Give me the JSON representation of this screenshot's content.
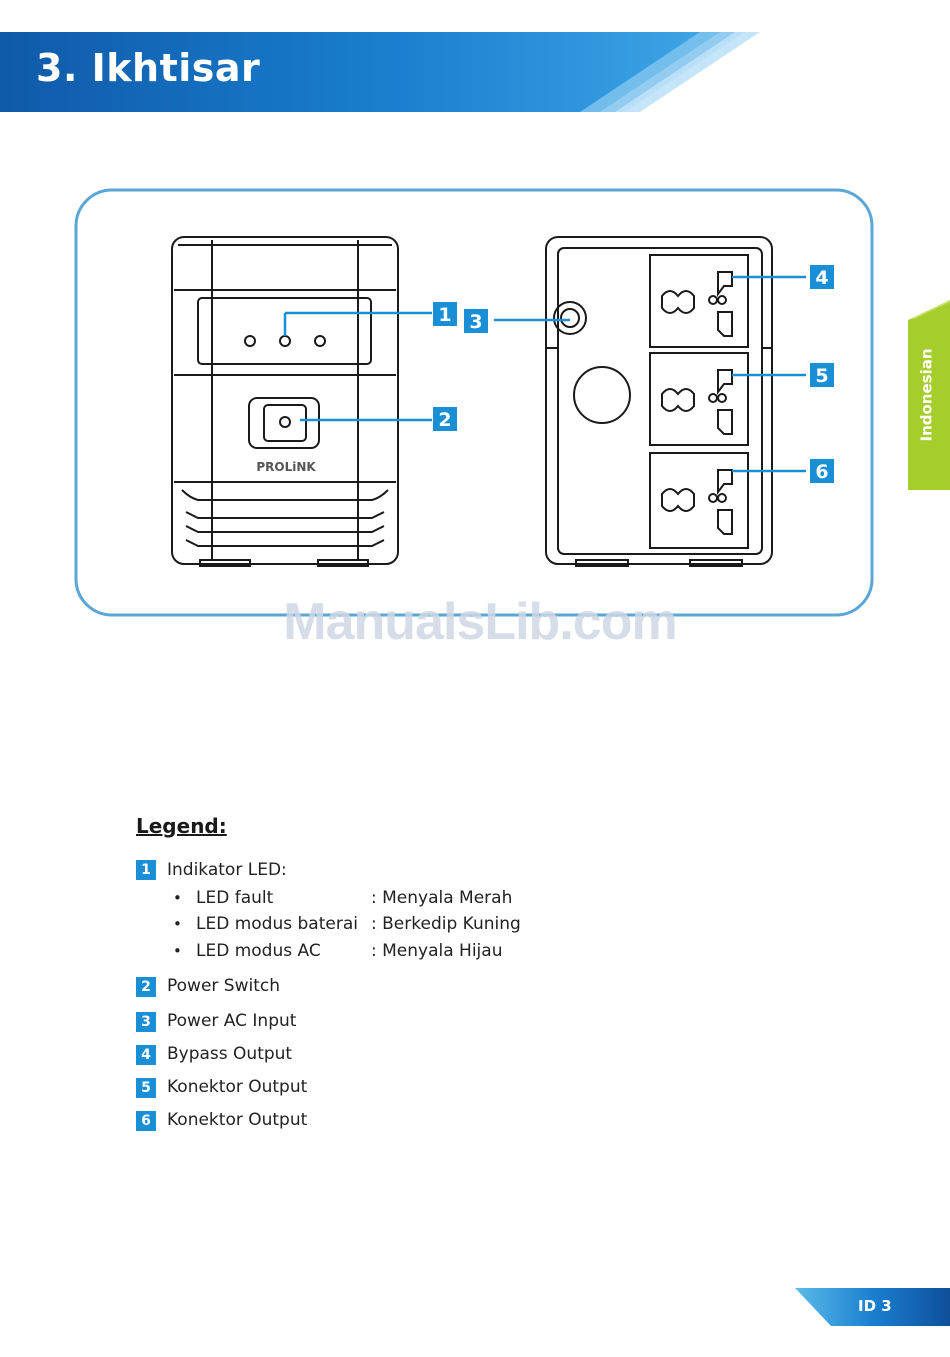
{
  "header": {
    "title": "3. Ikhtisar"
  },
  "side_tab": {
    "language": "Indonesian"
  },
  "figure": {
    "brand_label": "PROLiNK",
    "callouts": [
      "1",
      "2",
      "3",
      "4",
      "5",
      "6"
    ]
  },
  "watermark": "ManualsLib.com",
  "legend": {
    "title": "Legend:",
    "items": [
      {
        "number": "1",
        "label": "Indikator LED:",
        "sub_items": [
          {
            "label": "LED fault",
            "value": ": Menyala Merah"
          },
          {
            "label": "LED modus baterai",
            "value": ": Berkedip Kuning"
          },
          {
            "label": "LED modus AC",
            "value": ": Menyala Hijau"
          }
        ]
      },
      {
        "number": "2",
        "label": "Power Switch"
      },
      {
        "number": "3",
        "label": "Power AC Input"
      },
      {
        "number": "4",
        "label": "Bypass Output"
      },
      {
        "number": "5",
        "label": "Konektor Output"
      },
      {
        "number": "6",
        "label": "Konektor Output"
      }
    ]
  },
  "footer": {
    "page": "ID 3"
  },
  "colors": {
    "accent_blue": "#1a8fd6",
    "tab_green": "#a5cd2b",
    "frame_blue": "#5aa6d6"
  }
}
